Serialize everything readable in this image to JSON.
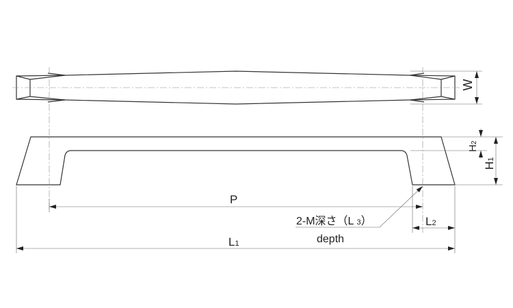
{
  "labels": {
    "width": "W",
    "height_2": "H",
    "height_2_sub": "2",
    "height_1": "H",
    "height_1_sub": "1",
    "pitch": "P",
    "length_2": "L",
    "length_2_sub": "2",
    "length_1": "L",
    "length_1_sub": "1",
    "thread_note": "2-M深さ（L",
    "thread_note_sub": "3",
    "thread_note_close": "）",
    "thread_note_en": "depth"
  },
  "colors": {
    "line": "#333333",
    "dimension": "#666666"
  }
}
